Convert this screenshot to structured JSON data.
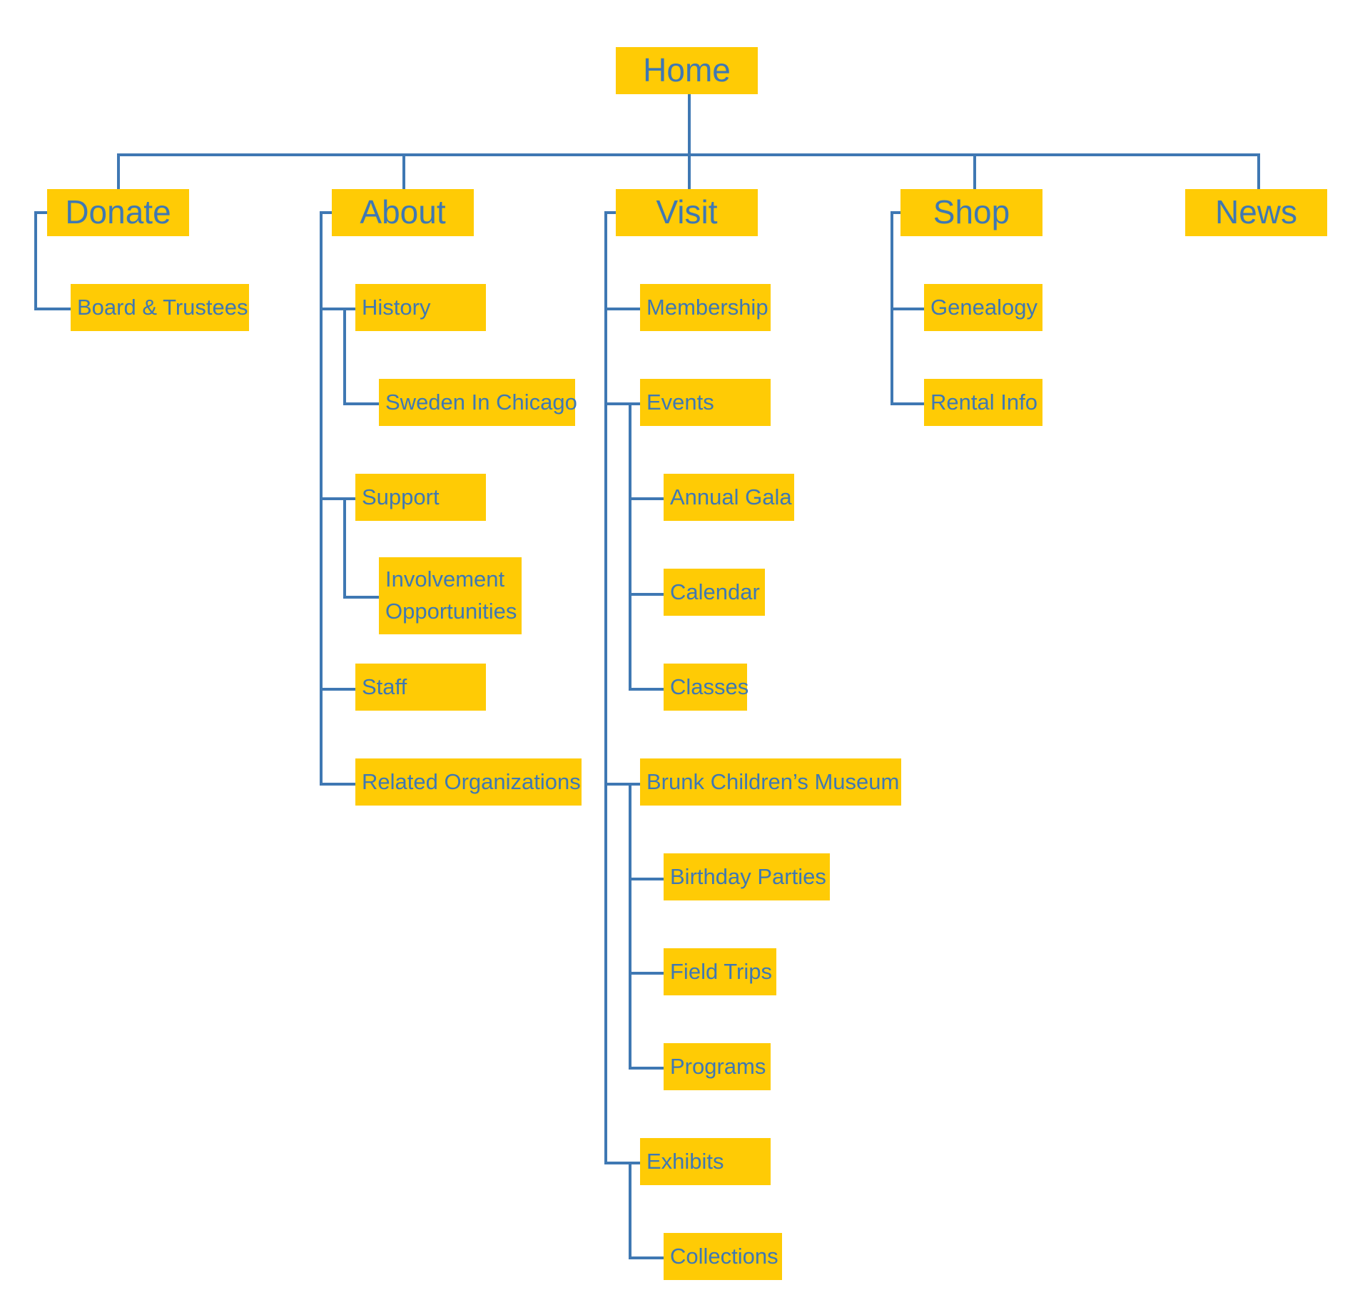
{
  "colors": {
    "box_fill": "#FFCB05",
    "text": "#3F78B3",
    "line": "#3F78B3",
    "background": "#FFFFFF"
  },
  "sitemap": {
    "home": "Home",
    "sections": {
      "donate": {
        "label": "Donate",
        "items": [
          "Board & Trustees"
        ]
      },
      "about": {
        "label": "About",
        "items": [
          "History",
          "Sweden In Chicago",
          "Support",
          "Involvement Opportunities",
          "Staff",
          "Related Organizations"
        ]
      },
      "visit": {
        "label": "Visit",
        "items": [
          "Membership",
          "Events",
          "Annual Gala",
          "Calendar",
          "Classes",
          "Brunk Children’s Museum",
          "Birthday Parties",
          "Field Trips",
          "Programs",
          "Exhibits",
          "Collections"
        ]
      },
      "shop": {
        "label": "Shop",
        "items": [
          "Genealogy",
          "Rental Info"
        ]
      },
      "news": {
        "label": "News"
      }
    }
  }
}
